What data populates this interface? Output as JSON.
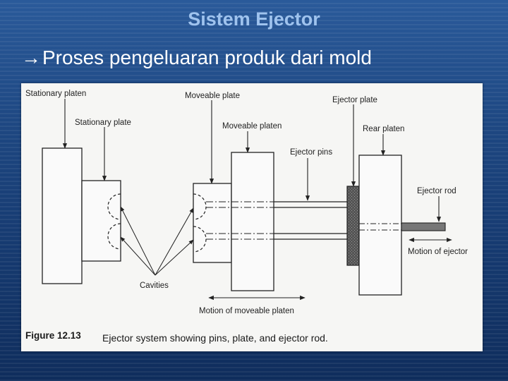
{
  "slide": {
    "title": "Sistem Ejector",
    "bullet_arrow": "→",
    "bullet_text": "Proses pengeluaran produk dari mold"
  },
  "figure": {
    "labels": {
      "stationary_platen": "Stationary platen",
      "stationary_plate": "Stationary plate",
      "moveable_plate": "Moveable plate",
      "moveable_platen": "Moveable platen",
      "ejector_plate": "Ejector plate",
      "rear_platen": "Rear platen",
      "ejector_pins": "Ejector pins",
      "ejector_rod": "Ejector rod",
      "motion_of_ejector": "Motion of ejector",
      "cavities": "Cavities",
      "motion_of_moveable_platen": "Motion of moveable platen"
    },
    "caption_number": "Figure 12.13",
    "caption_text": "Ejector system showing pins, plate, and ejector rod."
  },
  "colors": {
    "title": "#9fc3ee",
    "bullet": "#ffffff",
    "background": "#1d4680"
  }
}
